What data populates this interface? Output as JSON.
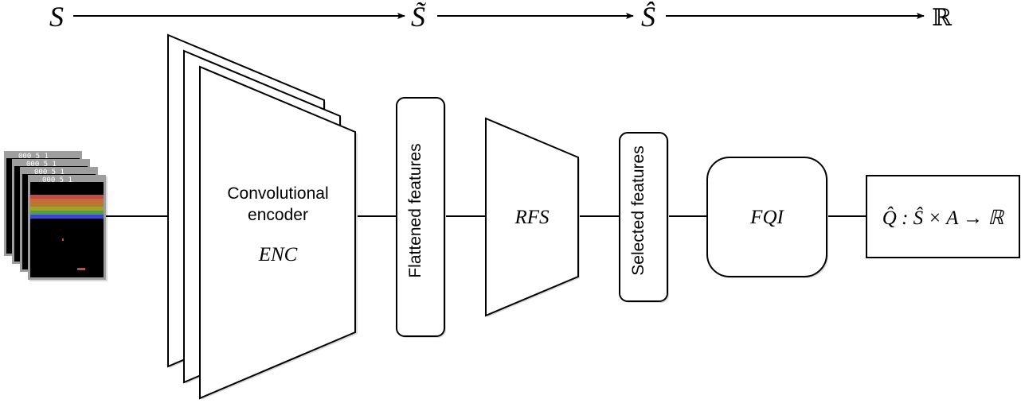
{
  "top_axis": {
    "space_s": "S",
    "space_s_tilde": "S̃",
    "space_s_hat": "Ŝ",
    "space_real": "ℝ"
  },
  "nodes": {
    "input_frames_icon": "atari-breakout-frames-icon",
    "input_frame_score": "000 5 1",
    "encoder_title_line1": "Convolutional",
    "encoder_title_line2": "encoder",
    "encoder_symbol": "ENC",
    "flattened": "Flattened features",
    "rfs": "RFS",
    "selected": "Selected features",
    "fqi": "FQI",
    "output": "Q̂ : Ŝ × A → ℝ"
  },
  "colors": {
    "stroke": "#000000",
    "shadow": "#d9d9d9",
    "frame_border": "#9e9e9e",
    "frame_background": "#000000",
    "brick_red": "#c84848",
    "brick_orange": "#c66c3a",
    "brick_amber": "#b47a30",
    "brick_yellow": "#a2a22a",
    "brick_green": "#48a048",
    "brick_blue": "#4246c8",
    "paddle": "#c84848"
  }
}
